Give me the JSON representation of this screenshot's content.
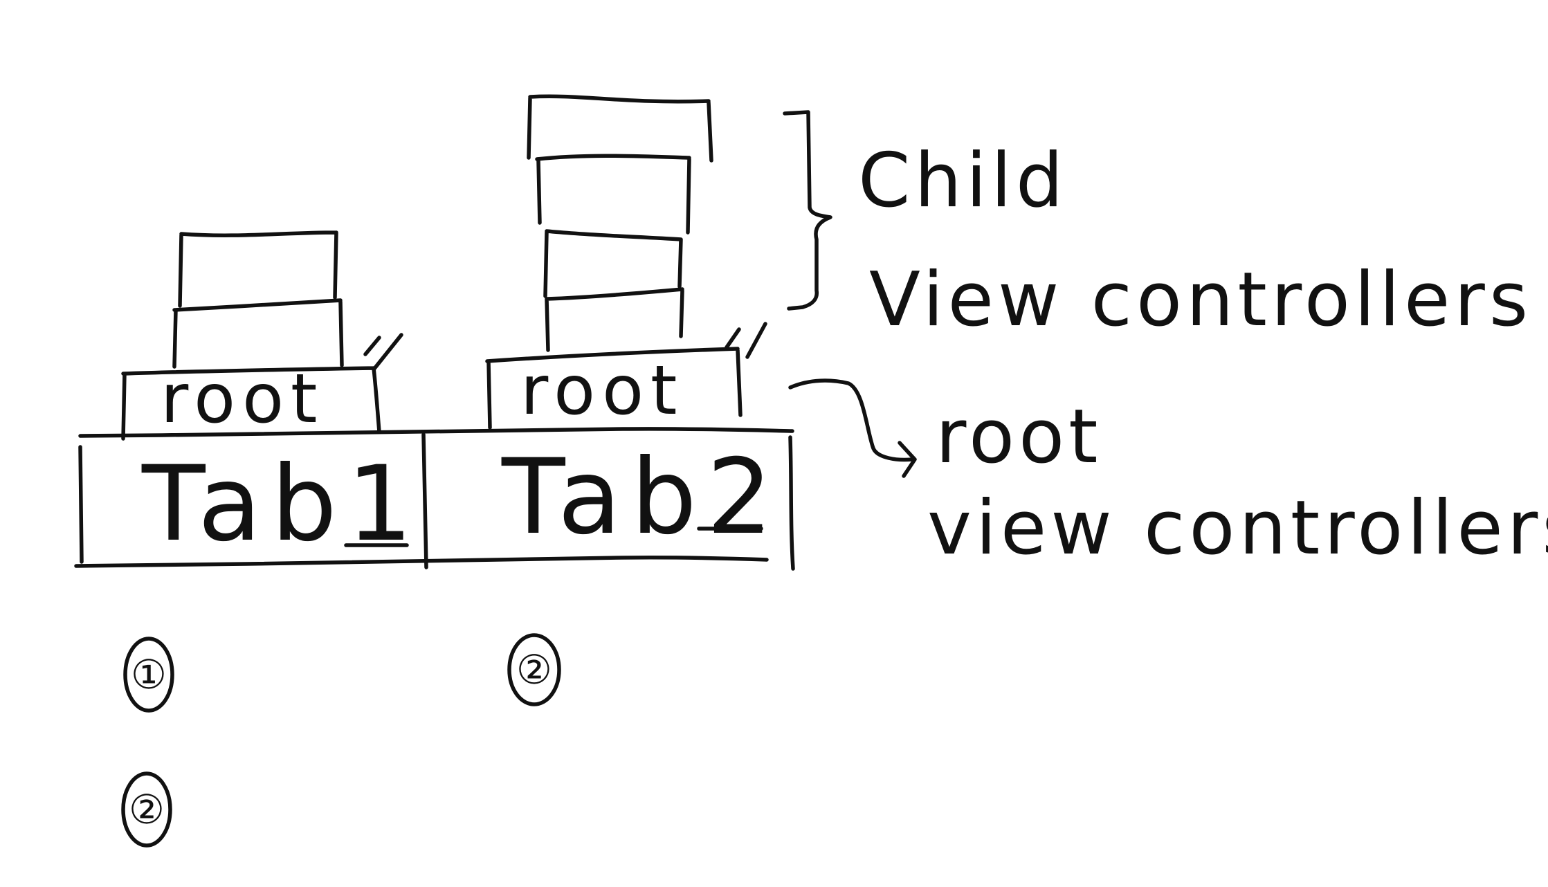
{
  "tabs": [
    {
      "label": "Tab1",
      "root_label": "root",
      "child_count": 2,
      "marks": [
        "①",
        "②"
      ]
    },
    {
      "label": "Tab2",
      "root_label": "root",
      "child_count": 4,
      "marks": [
        "②"
      ]
    }
  ],
  "annotations": {
    "child_line1": "Child",
    "child_line2": "View controllers",
    "root_line1": "root",
    "root_line2": "view controllers"
  },
  "colors": {
    "ink": "#111111",
    "background": "#ffffff"
  }
}
